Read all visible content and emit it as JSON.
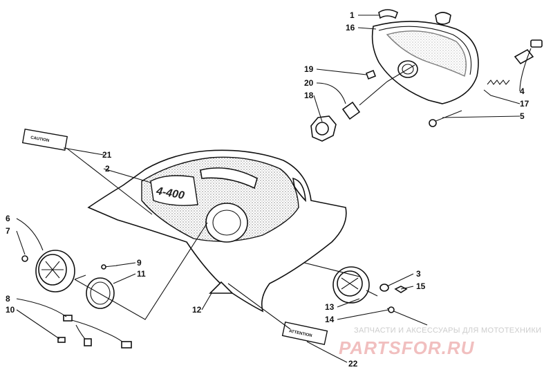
{
  "callouts": [
    {
      "id": "1",
      "text": "1"
    },
    {
      "id": "16",
      "text": "16"
    },
    {
      "id": "19",
      "text": "19"
    },
    {
      "id": "20",
      "text": "20"
    },
    {
      "id": "18",
      "text": "18"
    },
    {
      "id": "4",
      "text": "4"
    },
    {
      "id": "17",
      "text": "17"
    },
    {
      "id": "5",
      "text": "5"
    },
    {
      "id": "21",
      "text": "21"
    },
    {
      "id": "2",
      "text": "2"
    },
    {
      "id": "6",
      "text": "6"
    },
    {
      "id": "7",
      "text": "7"
    },
    {
      "id": "9",
      "text": "9"
    },
    {
      "id": "11",
      "text": "11"
    },
    {
      "id": "8",
      "text": "8"
    },
    {
      "id": "10",
      "text": "10"
    },
    {
      "id": "12",
      "text": "12"
    },
    {
      "id": "3",
      "text": "3"
    },
    {
      "id": "15",
      "text": "15"
    },
    {
      "id": "13",
      "text": "13"
    },
    {
      "id": "14",
      "text": "14"
    },
    {
      "id": "22",
      "text": "22"
    }
  ],
  "decals": {
    "caution": "CAUTION",
    "attention": "ATTENTION",
    "badge": "4-400"
  },
  "watermark": {
    "top": "ЗАПЧАСТИ И АКСЕССУАРЫ ДЛЯ МОТОТЕХНИКИ",
    "brand": "PARTSFOR.RU"
  }
}
